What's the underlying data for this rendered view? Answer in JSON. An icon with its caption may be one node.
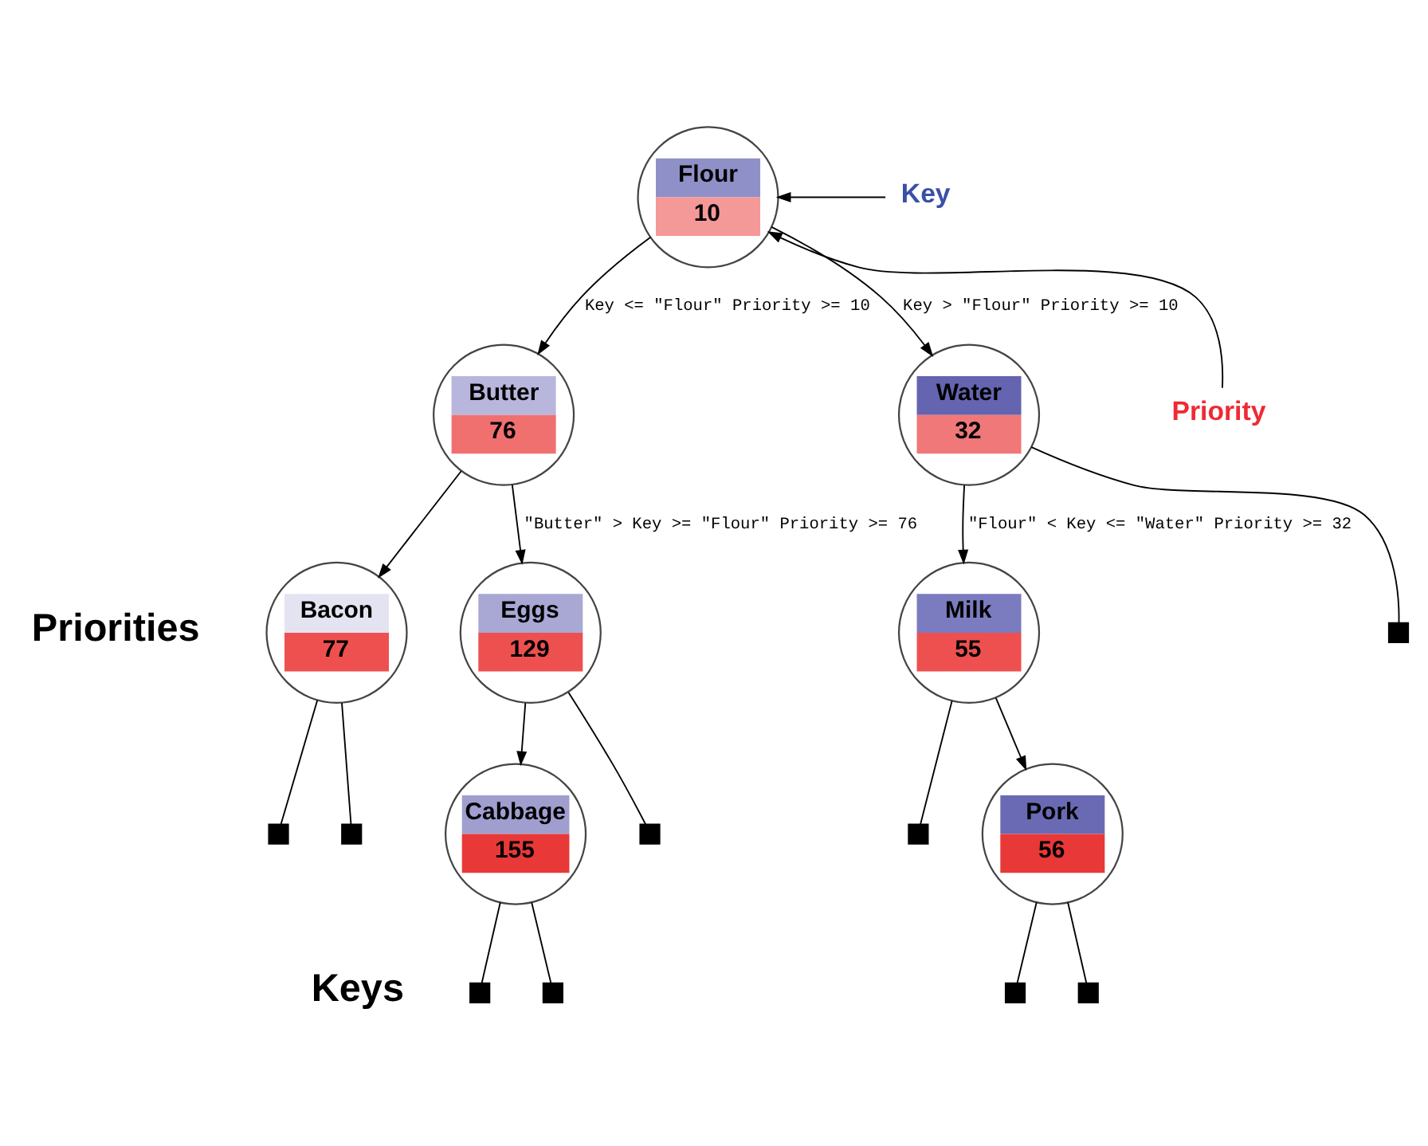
{
  "diagram": {
    "nodes": [
      {
        "text": [
          "Flour",
          "10"
        ]
      },
      {
        "text": [
          "Butter",
          "76"
        ]
      },
      {
        "text": [
          "Water",
          "32"
        ]
      },
      {
        "text": [
          "Bacon",
          "77"
        ]
      },
      {
        "text": [
          "Eggs",
          "129"
        ]
      },
      {
        "text": [
          "Milk",
          "55"
        ]
      },
      {
        "text": [
          "Cabbage",
          "155"
        ]
      },
      {
        "text": [
          "Pork",
          "56"
        ]
      },
      {
        "text": [],
        "shape": "box"
      },
      {
        "text": [],
        "shape": "box"
      },
      {
        "text": [],
        "shape": "box"
      },
      {
        "text": [],
        "shape": "box"
      },
      {
        "text": [],
        "shape": "box"
      },
      {
        "text": [],
        "shape": "box"
      },
      {
        "text": [],
        "shape": "box"
      },
      {
        "text": [],
        "shape": "box"
      },
      {
        "text": [],
        "shape": "box"
      },
      {
        "text": [
          "Key"
        ]
      },
      {
        "text": [
          "Priority"
        ]
      }
    ],
    "edges": [
      {
        "from": 0,
        "to": 1,
        "arrow": "to",
        "label": "Key <= \"Flour\" Priority >= 10"
      },
      {
        "from": 0,
        "to": 2,
        "arrow": "to",
        "label": "Key > \"Flour\" Priority >= 10"
      },
      {
        "from": 17,
        "to": 0,
        "arrow": "to"
      },
      {
        "from": 18,
        "to": 0,
        "arrow": "to"
      },
      {
        "from": 1,
        "to": 3,
        "arrow": "to"
      },
      {
        "from": 1,
        "to": 4,
        "arrow": "to",
        "label": "\"Butter\" > Key >= \"Flour\" Priority >= 76"
      },
      {
        "from": 2,
        "to": 5,
        "arrow": "to",
        "label": "\"Flour\" < Key <= \"Water\" Priority >= 32"
      },
      {
        "from": 2,
        "to": 8,
        "arrow": "none"
      },
      {
        "from": 3,
        "to": 9,
        "arrow": "none"
      },
      {
        "from": 3,
        "to": 10,
        "arrow": "none"
      },
      {
        "from": 4,
        "to": 6,
        "arrow": "to"
      },
      {
        "from": 4,
        "to": 11,
        "arrow": "none"
      },
      {
        "from": 5,
        "to": 12,
        "arrow": "none"
      },
      {
        "from": 5,
        "to": 7,
        "arrow": "to"
      },
      {
        "from": 6,
        "to": 13,
        "arrow": "none"
      },
      {
        "from": 6,
        "to": 14,
        "arrow": "none"
      },
      {
        "from": 7,
        "to": 15,
        "arrow": "none"
      },
      {
        "from": 7,
        "to": 16,
        "arrow": "none"
      }
    ],
    "labels": [
      "Priorities",
      "Keys"
    ]
  }
}
